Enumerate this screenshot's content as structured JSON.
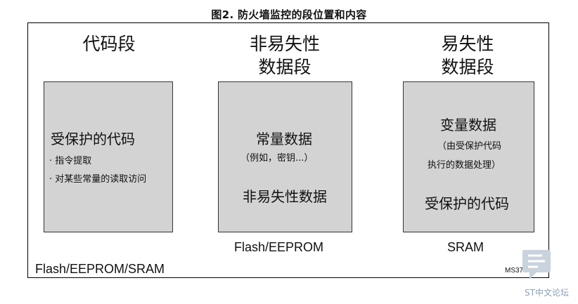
{
  "figure": {
    "title": "图2. 防火墙监控的段位置和内容",
    "columns": [
      {
        "title_lines": [
          "代码段"
        ],
        "box": {
          "heading": "受保护的代码",
          "bullets": [
            "指令提取",
            "对某些常量的读取访问"
          ]
        },
        "memory_label": ""
      },
      {
        "title_lines": [
          "非易失性",
          "数据段"
        ],
        "box": {
          "heading": "常量数据",
          "note": "（例如，密钥...）",
          "footer": "非易失性数据"
        },
        "memory_label": "Flash/EEPROM"
      },
      {
        "title_lines": [
          "易失性",
          "数据段"
        ],
        "box": {
          "heading": "变量数据",
          "note_lines": [
            "（由受保护代码",
            "执行的数据处理）"
          ],
          "footer": "受保护的代码"
        },
        "memory_label": "SRAM"
      }
    ],
    "bottom_left_label": "Flash/EEPROM/SRAM",
    "code": "MS37398V1"
  },
  "watermark": {
    "text": "ST中文论坛",
    "icon": "speech-bubble-logo-icon",
    "color": "#8aa0b4"
  }
}
